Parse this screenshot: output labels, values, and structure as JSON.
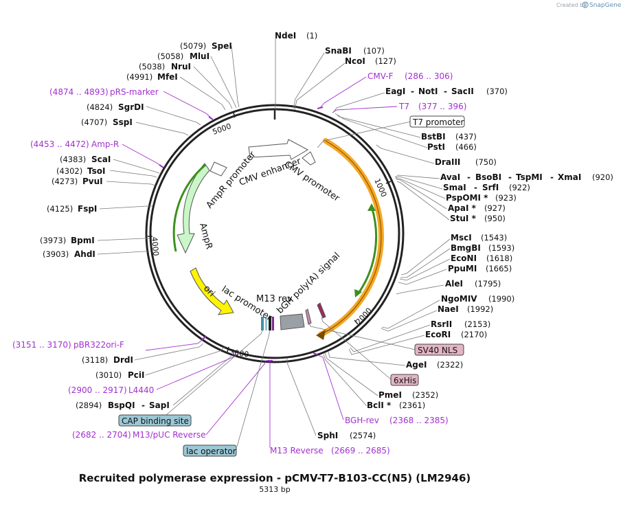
{
  "credit": {
    "text": "Created by",
    "brand": "SnapGene"
  },
  "title": "Recruited polymerase expression - pCMV-T7-B103-CC(N5) (LM2946)",
  "subtitle": "5313 bp",
  "backbone_ticks": [
    "1000",
    "2000",
    "3000",
    "4000",
    "5000"
  ],
  "features": {
    "cmv_enhancer": "CMV enhancer",
    "cmv_promoter": "CMV promoter",
    "ampr_promoter": "AmpR promoter",
    "ampr": "AmpR",
    "ori": "ori",
    "lac_promoter": "lac promoter",
    "m13_rev": "M13 rev",
    "bgh_polya": "bGH poly(A) signal"
  },
  "sites": [
    {
      "name": "NdeI",
      "pos": "(1)"
    },
    {
      "name": "SnaBI",
      "pos": "(107)"
    },
    {
      "name": "NcoI",
      "pos": "(127)"
    },
    {
      "name": "EagI",
      "name2": "NotI",
      "name3": "SacII",
      "pos": "(370)"
    },
    {
      "name": "BstBI",
      "pos": "(437)"
    },
    {
      "name": "PstI",
      "pos": "(466)"
    },
    {
      "name": "DraIII",
      "pos": "(750)"
    },
    {
      "name": "AvaI",
      "name2": "BsoBI",
      "name3": "TspMI",
      "name4": "XmaI",
      "pos": "(920)"
    },
    {
      "name": "SmaI",
      "name2": "SrfI",
      "pos": "(922)"
    },
    {
      "name": "PspOMI *",
      "pos": "(923)"
    },
    {
      "name": "ApaI *",
      "pos": "(927)"
    },
    {
      "name": "StuI *",
      "pos": "(950)"
    },
    {
      "name": "MscI",
      "pos": "(1543)"
    },
    {
      "name": "BmgBI",
      "pos": "(1593)"
    },
    {
      "name": "EcoNI",
      "pos": "(1618)"
    },
    {
      "name": "PpuMI",
      "pos": "(1665)"
    },
    {
      "name": "AleI",
      "pos": "(1795)"
    },
    {
      "name": "NgoMIV",
      "pos": "(1990)"
    },
    {
      "name": "NaeI",
      "pos": "(1992)"
    },
    {
      "name": "RsrII",
      "pos": "(2153)"
    },
    {
      "name": "EcoRI",
      "pos": "(2170)"
    },
    {
      "name": "AgeI",
      "pos": "(2322)"
    },
    {
      "name": "PmeI",
      "pos": "(2352)"
    },
    {
      "name": "BclI *",
      "pos": "(2361)"
    },
    {
      "name": "SphI",
      "pos": "(2574)"
    },
    {
      "name": "BspQI",
      "name2": "SapI",
      "pos": "(2894)"
    },
    {
      "name": "PciI",
      "pos": "(3010)"
    },
    {
      "name": "DrdI",
      "pos": "(3118)"
    },
    {
      "name": "AhdI",
      "pos": "(3903)"
    },
    {
      "name": "BpmI",
      "pos": "(3973)"
    },
    {
      "name": "FspI",
      "pos": "(4125)"
    },
    {
      "name": "PvuI",
      "pos": "(4273)"
    },
    {
      "name": "TsoI",
      "pos": "(4302)"
    },
    {
      "name": "ScaI",
      "pos": "(4383)"
    },
    {
      "name": "SspI",
      "pos": "(4707)"
    },
    {
      "name": "SgrDI",
      "pos": "(4824)"
    },
    {
      "name": "MfeI",
      "pos": "(4991)"
    },
    {
      "name": "NruI",
      "pos": "(5038)"
    },
    {
      "name": "MluI",
      "pos": "(5058)"
    },
    {
      "name": "SpeI",
      "pos": "(5079)"
    }
  ],
  "primers": [
    {
      "name": "CMV-F",
      "range": "(286 .. 306)"
    },
    {
      "name": "T7",
      "range": "(377 .. 396)"
    },
    {
      "name": "BGH-rev",
      "range": "(2368 .. 2385)"
    },
    {
      "name": "M13 Reverse",
      "range": "(2669 .. 2685)"
    },
    {
      "name": "M13/pUC Reverse",
      "range": "(2682 .. 2704)"
    },
    {
      "name": "L4440",
      "range": "(2900 .. 2917)"
    },
    {
      "name": "pBR322ori-F",
      "range": "(3151 .. 3170)"
    },
    {
      "name": "Amp-R",
      "range": "(4453 .. 4472)"
    },
    {
      "name": "pRS-marker",
      "range": "(4874 .. 4893)"
    }
  ],
  "boxes": {
    "t7_promoter": "T7 promoter",
    "sv40_nls": "SV40 NLS",
    "his6": "6xHis",
    "cap_site": "CAP binding site",
    "lac_operator": "lac operator"
  },
  "colors": {
    "primer": "#a22fd0",
    "insert_orange": "#f5a623",
    "green_feature": "#3d8f1e",
    "ampr_fill": "#c9f7c7",
    "ori_fill": "#fff400",
    "t7_box": "#ffffff",
    "nls_box": "#e3b5c4",
    "his_box": "#e3b5c4",
    "blue_box": "#9cc8d6"
  }
}
